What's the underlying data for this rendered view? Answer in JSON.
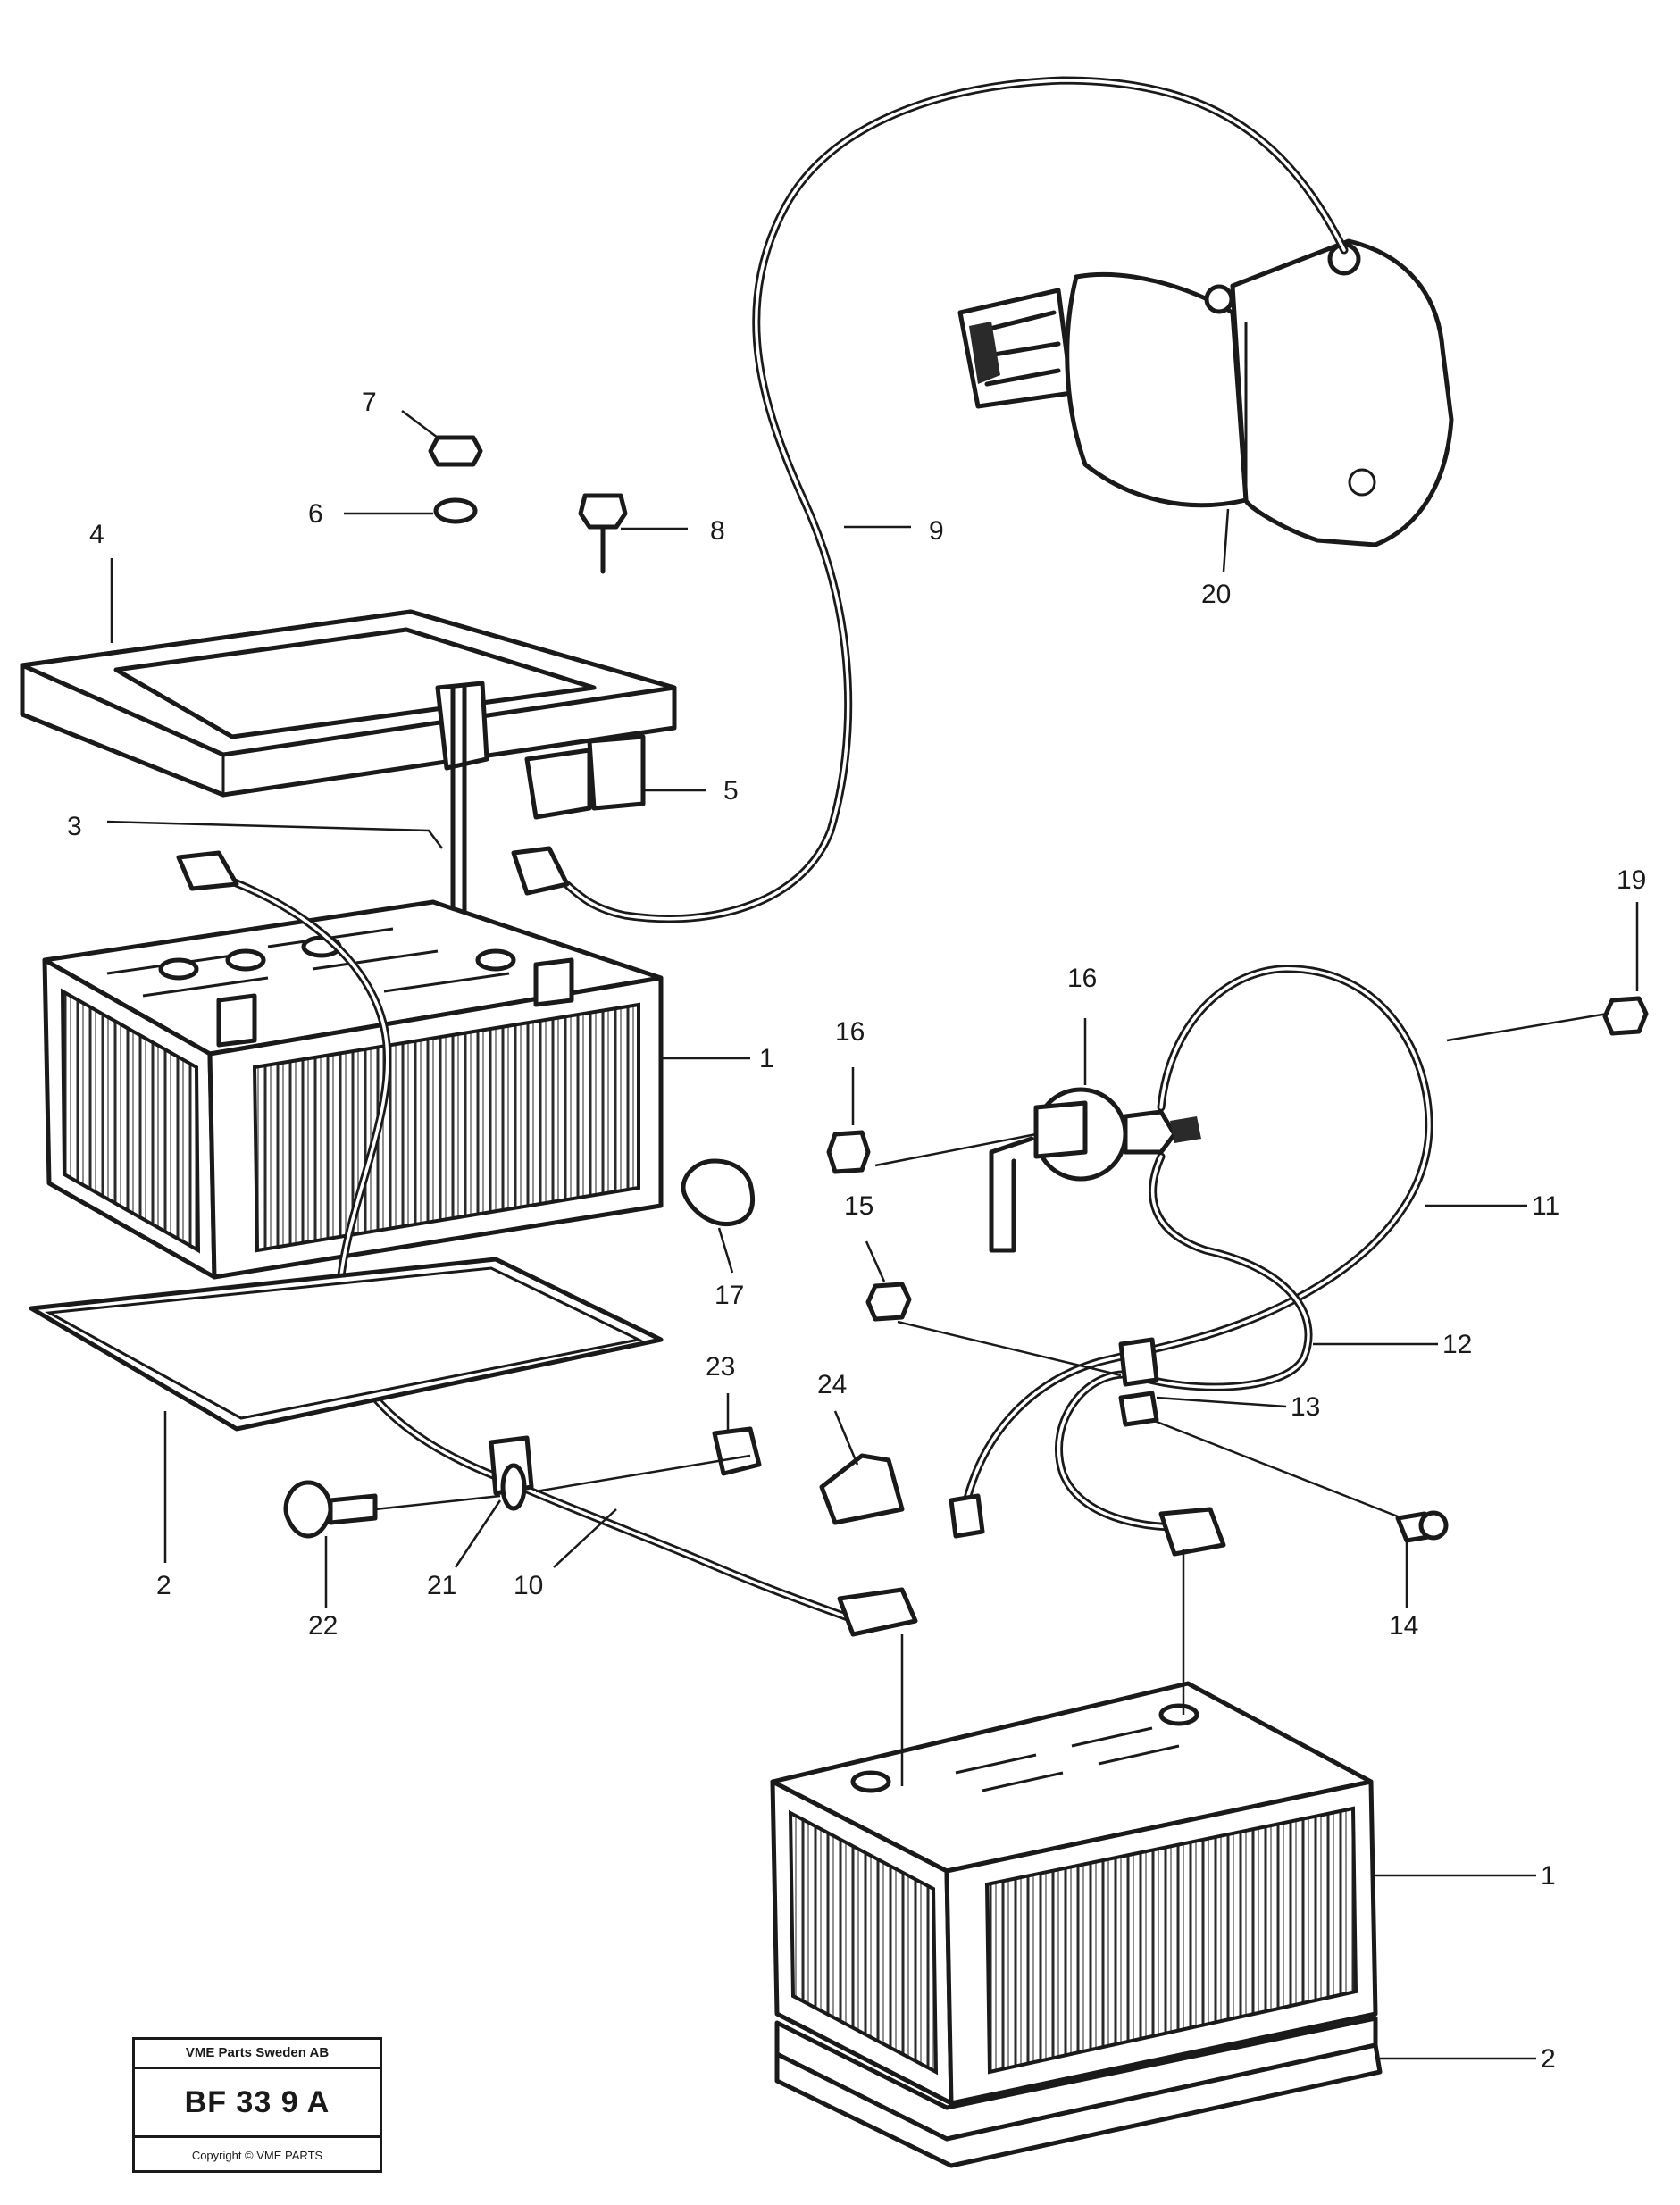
{
  "diagram": {
    "callouts": {
      "c1a": "1",
      "c1b": "1",
      "c2a": "2",
      "c2b": "2",
      "c3": "3",
      "c4": "4",
      "c5": "5",
      "c6": "6",
      "c7": "7",
      "c8": "8",
      "c9": "9",
      "c10": "10",
      "c11": "11",
      "c12": "12",
      "c13": "13",
      "c14": "14",
      "c15": "15",
      "c16a": "16",
      "c16b": "16",
      "c17": "17",
      "c19": "19",
      "c20": "20",
      "c21": "21",
      "c22": "22",
      "c23": "23",
      "c24": "24"
    }
  },
  "stamp": {
    "company": "VME Parts Sweden AB",
    "code": "BF 33 9 A",
    "footer": "Copyright © VME PARTS"
  }
}
